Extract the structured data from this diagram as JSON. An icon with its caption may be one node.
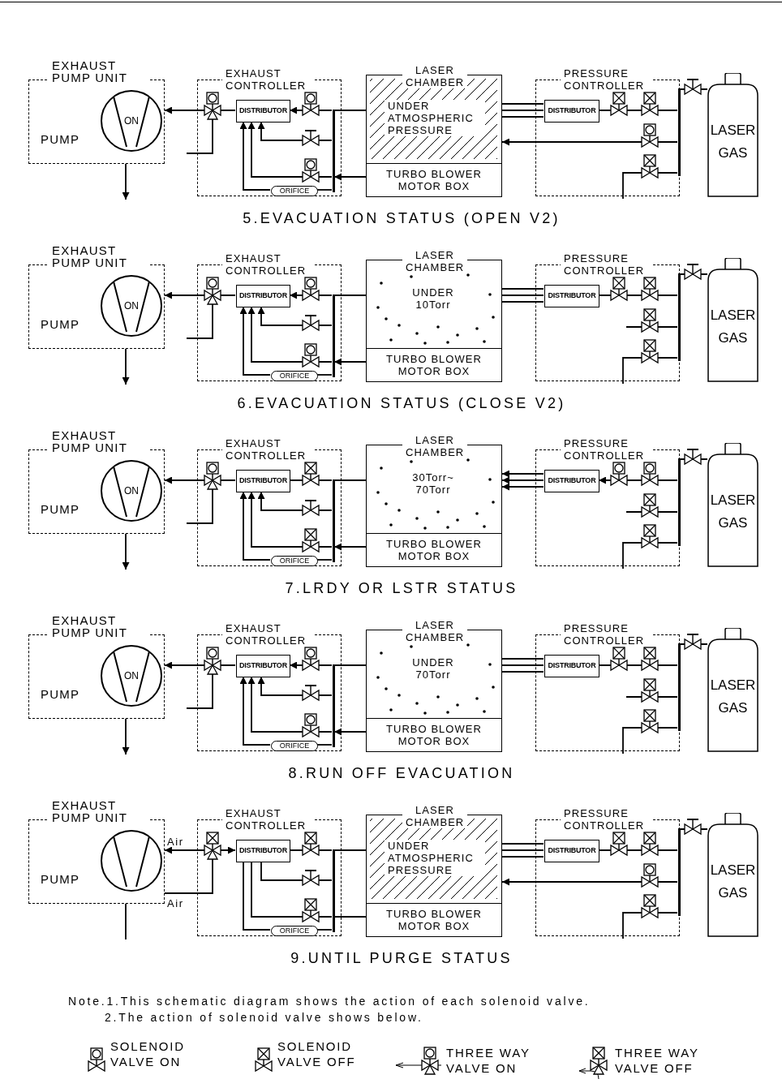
{
  "diagram": {
    "nodes": [
      {
        "text": [
          "EXHAUST PUMP UNIT",
          "PUMP"
        ]
      },
      {
        "text": [
          "ON"
        ],
        "in": 0
      },
      {
        "text": [
          "EXHAUST CONTROLLER"
        ]
      },
      {
        "text": [
          "DISTRIBUTOR"
        ],
        "in": 2
      },
      {
        "text": [
          "ORIFICE"
        ],
        "in": 2
      },
      {
        "text": [],
        "shape": "bar",
        "in": 2
      },
      {
        "text": [
          "LASER CHAMBER",
          "UNDER ATMOSPHERIC PRESSURE"
        ]
      },
      {
        "text": [
          "TURBO BLOWER MOTOR BOX"
        ]
      },
      {
        "text": [
          "PRESSURE CONTROLLER"
        ]
      },
      {
        "text": [
          "DISTRIBUTOR"
        ],
        "in": 8
      },
      {
        "text": [],
        "shape": "bar",
        "in": 8
      },
      {
        "text": [
          "LASER GAS"
        ]
      },
      {
        "text": [
          "EXHAUST PUMP UNIT",
          "PUMP"
        ]
      },
      {
        "text": [
          "ON"
        ],
        "in": 12
      },
      {
        "text": [
          "EXHAUST CONTROLLER"
        ]
      },
      {
        "text": [
          "DISTRIBUTOR"
        ],
        "in": 14
      },
      {
        "text": [
          "ORIFICE"
        ],
        "in": 14
      },
      {
        "text": [],
        "shape": "bar",
        "in": 14
      },
      {
        "text": [
          "LASER CHAMBER",
          "UNDER 10Torr"
        ]
      },
      {
        "text": [
          "TURBO BLOWER MOTOR BOX"
        ]
      },
      {
        "text": [
          "PRESSURE CONTROLLER"
        ]
      },
      {
        "text": [
          "DISTRIBUTOR"
        ],
        "in": 20
      },
      {
        "text": [],
        "shape": "bar",
        "in": 20
      },
      {
        "text": [
          "LASER GAS"
        ]
      },
      {
        "text": [
          "EXHAUST PUMP UNIT",
          "PUMP"
        ]
      },
      {
        "text": [
          "ON"
        ],
        "in": 24
      },
      {
        "text": [
          "EXHAUST CONTROLLER"
        ]
      },
      {
        "text": [
          "DISTRIBUTOR"
        ],
        "in": 26
      },
      {
        "text": [
          "ORIFICE"
        ],
        "in": 26
      },
      {
        "text": [],
        "shape": "bar",
        "in": 26
      },
      {
        "text": [
          "LASER CHAMBER",
          "30Torr~ 70Torr"
        ]
      },
      {
        "text": [
          "TURBO BLOWER MOTOR BOX"
        ]
      },
      {
        "text": [
          "PRESSURE CONTROLLER"
        ]
      },
      {
        "text": [
          "DISTRIBUTOR"
        ],
        "in": 32
      },
      {
        "text": [],
        "shape": "bar",
        "in": 32
      },
      {
        "text": [
          "LASER GAS"
        ]
      },
      {
        "text": [
          "EXHAUST PUMP UNIT",
          "PUMP"
        ]
      },
      {
        "text": [
          "ON"
        ],
        "in": 36
      },
      {
        "text": [
          "EXHAUST CONTROLLER"
        ]
      },
      {
        "text": [
          "DISTRIBUTOR"
        ],
        "in": 38
      },
      {
        "text": [
          "ORIFICE"
        ],
        "in": 38
      },
      {
        "text": [],
        "shape": "bar",
        "in": 38
      },
      {
        "text": [
          "LASER CHAMBER",
          "UNDER 70Torr"
        ]
      },
      {
        "text": [
          "TURBO BLOWER MOTOR BOX"
        ]
      },
      {
        "text": [
          "PRESSURE CONTROLLER"
        ]
      },
      {
        "text": [
          "DISTRIBUTOR"
        ],
        "in": 44
      },
      {
        "text": [],
        "shape": "bar",
        "in": 44
      },
      {
        "text": [
          "LASER GAS"
        ]
      },
      {
        "text": [
          "EXHAUST PUMP UNIT",
          "PUMP"
        ]
      },
      {
        "text": [],
        "shape": "circle",
        "in": 48
      },
      {
        "text": [
          "EXHAUST CONTROLLER"
        ]
      },
      {
        "text": [
          "DISTRIBUTOR"
        ],
        "in": 50
      },
      {
        "text": [
          "ORIFICE"
        ],
        "in": 50
      },
      {
        "text": [],
        "shape": "bar",
        "in": 50
      },
      {
        "text": [
          "LASER CHAMBER",
          "UNDER ATMOSPHERIC PRESSURE"
        ]
      },
      {
        "text": [
          "TURBO BLOWER MOTOR BOX"
        ]
      },
      {
        "text": [
          "PRESSURE CONTROLLER"
        ]
      },
      {
        "text": [
          "DISTRIBUTOR"
        ],
        "in": 56
      },
      {
        "text": [],
        "shape": "bar",
        "in": 56
      },
      {
        "text": [
          "LASER GAS"
        ]
      }
    ],
    "edges": [
      {
        "from": 3,
        "to": 0,
        "arrow": "to"
      },
      {
        "from": null,
        "to": 3,
        "arrow": "none"
      },
      {
        "from": 6,
        "to": 5,
        "arrow": "none"
      },
      {
        "from": 5,
        "to": 3,
        "arrow": "to"
      },
      {
        "from": 7,
        "to": 5,
        "arrow": "to"
      },
      {
        "from": 5,
        "to": 3,
        "arrow": "to"
      },
      {
        "from": 5,
        "to": 3,
        "arrow": "to"
      },
      {
        "from": 5,
        "to": 4,
        "arrow": "none"
      },
      {
        "from": 4,
        "to": 3,
        "arrow": "to"
      },
      {
        "from": 0,
        "to": null,
        "arrow": "to"
      },
      {
        "from": 9,
        "to": 6,
        "arrow": "none"
      },
      {
        "from": 9,
        "to": 6,
        "arrow": "none"
      },
      {
        "from": 9,
        "to": 6,
        "arrow": "none"
      },
      {
        "from": 11,
        "to": 10,
        "arrow": "none"
      },
      {
        "from": 10,
        "to": 9,
        "arrow": "none"
      },
      {
        "from": 10,
        "to": 6,
        "arrow": "to"
      },
      {
        "from": 10,
        "to": null,
        "arrow": "none"
      },
      {
        "from": 15,
        "to": 12,
        "arrow": "to"
      },
      {
        "from": null,
        "to": 15,
        "arrow": "none"
      },
      {
        "from": 18,
        "to": 17,
        "arrow": "none"
      },
      {
        "from": 17,
        "to": 15,
        "arrow": "to"
      },
      {
        "from": 19,
        "to": 17,
        "arrow": "to"
      },
      {
        "from": 17,
        "to": 15,
        "arrow": "to"
      },
      {
        "from": 17,
        "to": 15,
        "arrow": "to"
      },
      {
        "from": 17,
        "to": 16,
        "arrow": "none"
      },
      {
        "from": 16,
        "to": 15,
        "arrow": "to"
      },
      {
        "from": 12,
        "to": null,
        "arrow": "to"
      },
      {
        "from": 21,
        "to": 18,
        "arrow": "none"
      },
      {
        "from": 21,
        "to": 18,
        "arrow": "none"
      },
      {
        "from": 21,
        "to": 18,
        "arrow": "none"
      },
      {
        "from": 23,
        "to": 22,
        "arrow": "none"
      },
      {
        "from": 22,
        "to": 21,
        "arrow": "none"
      },
      {
        "from": 22,
        "to": null,
        "arrow": "none"
      },
      {
        "from": 22,
        "to": null,
        "arrow": "none"
      },
      {
        "from": 27,
        "to": 24,
        "arrow": "to"
      },
      {
        "from": null,
        "to": 27,
        "arrow": "none"
      },
      {
        "from": 30,
        "to": 29,
        "arrow": "none"
      },
      {
        "from": 29,
        "to": 27,
        "arrow": "none"
      },
      {
        "from": 31,
        "to": 29,
        "arrow": "to"
      },
      {
        "from": 29,
        "to": 27,
        "arrow": "to"
      },
      {
        "from": 29,
        "to": 27,
        "arrow": "to"
      },
      {
        "from": 29,
        "to": 28,
        "arrow": "none"
      },
      {
        "from": 28,
        "to": 27,
        "arrow": "to"
      },
      {
        "from": 24,
        "to": null,
        "arrow": "to"
      },
      {
        "from": 33,
        "to": 30,
        "arrow": "to"
      },
      {
        "from": 33,
        "to": 30,
        "arrow": "to"
      },
      {
        "from": 33,
        "to": 30,
        "arrow": "to"
      },
      {
        "from": 35,
        "to": 34,
        "arrow": "none"
      },
      {
        "from": 34,
        "to": 33,
        "arrow": "to"
      },
      {
        "from": 34,
        "to": null,
        "arrow": "none"
      },
      {
        "from": 34,
        "to": null,
        "arrow": "none"
      },
      {
        "from": 39,
        "to": 36,
        "arrow": "to"
      },
      {
        "from": null,
        "to": 39,
        "arrow": "none"
      },
      {
        "from": 42,
        "to": 41,
        "arrow": "none"
      },
      {
        "from": 41,
        "to": 39,
        "arrow": "to"
      },
      {
        "from": 43,
        "to": 41,
        "arrow": "to"
      },
      {
        "from": 41,
        "to": 39,
        "arrow": "to"
      },
      {
        "from": 41,
        "to": 39,
        "arrow": "to"
      },
      {
        "from": 41,
        "to": 40,
        "arrow": "none"
      },
      {
        "from": 40,
        "to": 39,
        "arrow": "to"
      },
      {
        "from": 36,
        "to": null,
        "arrow": "to"
      },
      {
        "from": 45,
        "to": 42,
        "arrow": "none"
      },
      {
        "from": 45,
        "to": 42,
        "arrow": "none"
      },
      {
        "from": 45,
        "to": 42,
        "arrow": "none"
      },
      {
        "from": 47,
        "to": 46,
        "arrow": "none"
      },
      {
        "from": 46,
        "to": 45,
        "arrow": "none"
      },
      {
        "from": 46,
        "to": null,
        "arrow": "none"
      },
      {
        "from": 46,
        "to": null,
        "arrow": "none"
      },
      {
        "from": 51,
        "to": 48,
        "arrow": "to"
      },
      {
        "from": 48,
        "to": 51,
        "arrow": "to"
      },
      {
        "from": 54,
        "to": 53,
        "arrow": "none"
      },
      {
        "from": 53,
        "to": 51,
        "arrow": "none"
      },
      {
        "from": 55,
        "to": 53,
        "arrow": "none"
      },
      {
        "from": 53,
        "to": 51,
        "arrow": "none"
      },
      {
        "from": 53,
        "to": 51,
        "arrow": "none"
      },
      {
        "from": 53,
        "to": 52,
        "arrow": "none"
      },
      {
        "from": 52,
        "to": 51,
        "arrow": "none"
      },
      {
        "from": 48,
        "to": null,
        "arrow": "none"
      },
      {
        "from": 57,
        "to": 54,
        "arrow": "none"
      },
      {
        "from": 57,
        "to": 54,
        "arrow": "none"
      },
      {
        "from": 57,
        "to": 54,
        "arrow": "none"
      },
      {
        "from": 59,
        "to": 58,
        "arrow": "none"
      },
      {
        "from": 58,
        "to": 57,
        "arrow": "none"
      },
      {
        "from": 58,
        "to": 54,
        "arrow": "to"
      },
      {
        "from": 58,
        "to": null,
        "arrow": "none"
      }
    ],
    "labels": [
      "5.EVACUATION STATUS (OPEN V2)",
      "6.EVACUATION STATUS (CLOSE V2)",
      "7.LRDY OR LSTR STATUS",
      "8.RUN OFF EVACUATION",
      "Air",
      "Air",
      "9.UNTIL PURGE STATUS",
      "Note.1.This schematic diagram shows the action of each solenoid valve.",
      "2.The action of solenoid valve shows below."
    ],
    "legend": [
      {
        "text": "SOLENOID VALVE ON"
      },
      {
        "text": "SOLENOID VALVE OFF"
      },
      {
        "text": "THREE WAY VALVE ON"
      },
      {
        "text": "THREE WAY VALVE OFF"
      }
    ]
  }
}
